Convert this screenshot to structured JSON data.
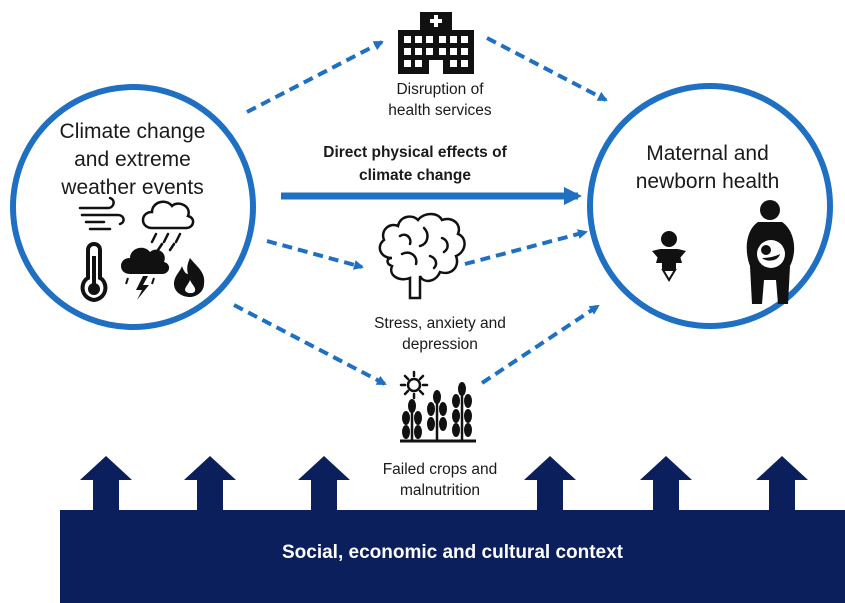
{
  "left_node": {
    "lines": [
      "Climate change",
      "and extreme",
      "weather events"
    ]
  },
  "right_node": {
    "lines": [
      "Maternal and",
      "newborn health"
    ]
  },
  "direct_effect": {
    "lines": [
      "Direct physical effects of",
      "climate change"
    ]
  },
  "pathways": {
    "health_services": {
      "lines": [
        "Disruption of",
        "health services"
      ],
      "icon": "hospital-icon"
    },
    "stress": {
      "lines": [
        "Stress, anxiety and",
        "depression"
      ],
      "icon": "brain-icon"
    },
    "crops": {
      "lines": [
        "Failed crops and",
        "malnutrition"
      ],
      "icon": "crops-icon"
    }
  },
  "climate_icons": [
    "wind-icon",
    "rain-cloud-icon",
    "thermometer-icon",
    "storm-icon",
    "fire-icon"
  ],
  "health_icons": [
    "baby-icon",
    "pregnant-woman-icon"
  ],
  "context_bar": {
    "label": "Social, economic and cultural context",
    "arrow_count": 6
  },
  "colors": {
    "accent": "#1f6fc2",
    "navy": "#0b1f5c",
    "icon": "#111111"
  }
}
